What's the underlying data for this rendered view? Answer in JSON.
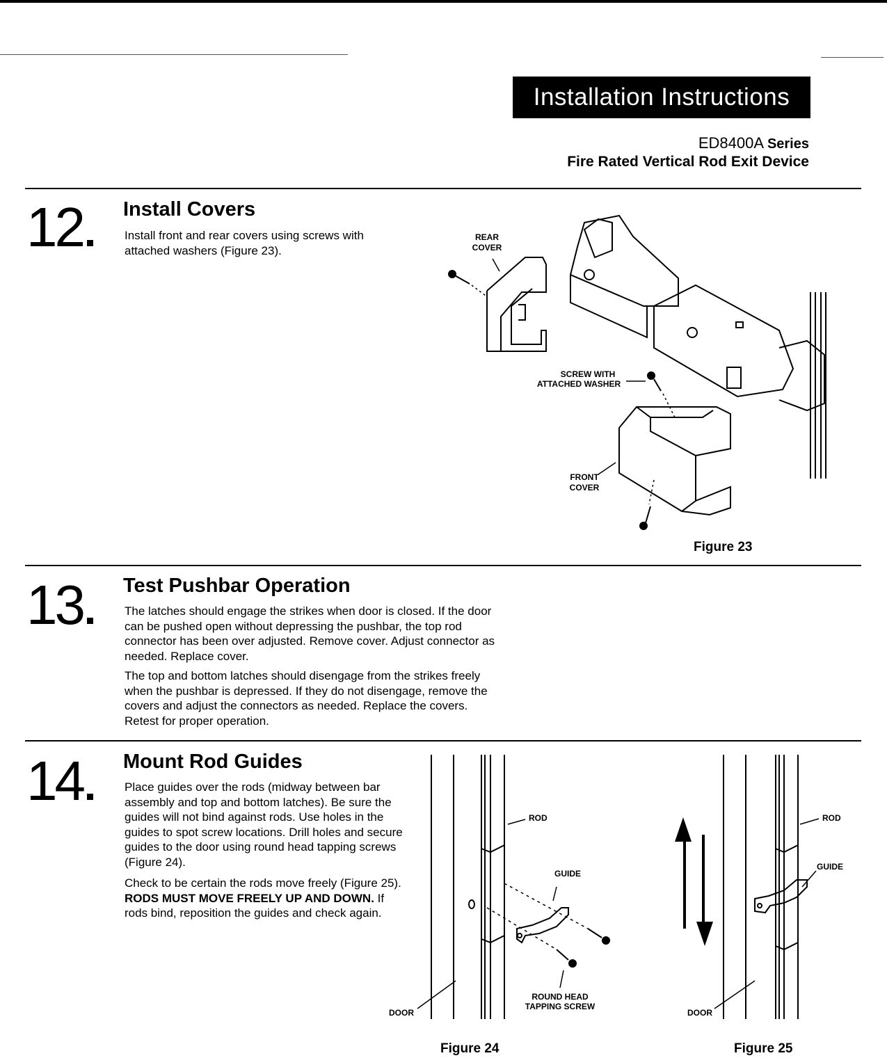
{
  "header": {
    "banner": "Installation Instructions",
    "model": "ED8400A",
    "series": "Series",
    "subtitle": "Fire Rated Vertical Rod Exit Device"
  },
  "steps": [
    {
      "number": "12",
      "title": "Install Covers",
      "paragraphs": [
        "Install front and rear covers using screws with attached washers (Figure 23)."
      ]
    },
    {
      "number": "13",
      "title": "Test Pushbar Operation",
      "paragraphs": [
        "The latches should engage the strikes when door is closed. If the door can be pushed open without depressing the pushbar, the top rod connector has been over adjusted. Remove cover. Adjust connector as needed. Replace cover.",
        "The top and bottom latches should disengage from the strikes freely when the pushbar is depressed. If they do not disengage, remove the covers and adjust the connectors as needed. Replace the covers. Retest for proper operation."
      ]
    },
    {
      "number": "14",
      "title": "Mount Rod Guides",
      "paragraphs": [
        "Place guides over the rods (midway between bar assembly and top and bottom latches). Be sure the guides will not bind against rods. Use holes in the guides to spot screw locations. Drill holes and secure guides to the door using round head tapping screws (Figure 24).",
        "Check to be certain the rods move freely (Figure 25).",
        "RODS MUST MOVE FREELY UP AND DOWN.",
        "If rods bind, reposition the guides and check again."
      ]
    }
  ],
  "figures": {
    "fig23": {
      "caption": "Figure 23",
      "rear_cover_1": "REAR",
      "rear_cover_2": "COVER",
      "screw_1": "SCREW WITH",
      "screw_2": "ATTACHED WASHER",
      "front_cover_1": "FRONT",
      "front_cover_2": "COVER"
    },
    "fig24": {
      "caption": "Figure 24",
      "rod": "ROD",
      "guide": "GUIDE",
      "door": "DOOR",
      "screw_1": "ROUND HEAD",
      "screw_2": "TAPPING SCREW"
    },
    "fig25": {
      "caption": "Figure 25",
      "rod": "ROD",
      "guide": "GUIDE",
      "door": "DOOR"
    }
  }
}
